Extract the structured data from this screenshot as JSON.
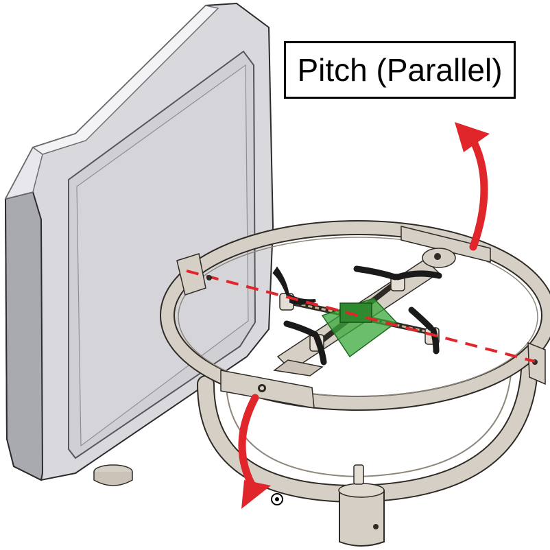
{
  "diagram": {
    "label": "Pitch (Parallel)",
    "colors": {
      "background": "#ffffff",
      "panel_body": "#d9d9dd",
      "panel_face": "#cfcfd4",
      "panel_edge": "#8e8e94",
      "gimbal": "#d6cfc5",
      "gimbal_edge": "#2e2a26",
      "axis_dash": "#e0262b",
      "rotation_arrow": "#e0262b",
      "drone_board": "#3aa83a",
      "propeller": "#1a1a1a"
    },
    "icons": {
      "rotation_arrow": "curved-arrow",
      "axis_marker": "dot-in-circle"
    }
  }
}
